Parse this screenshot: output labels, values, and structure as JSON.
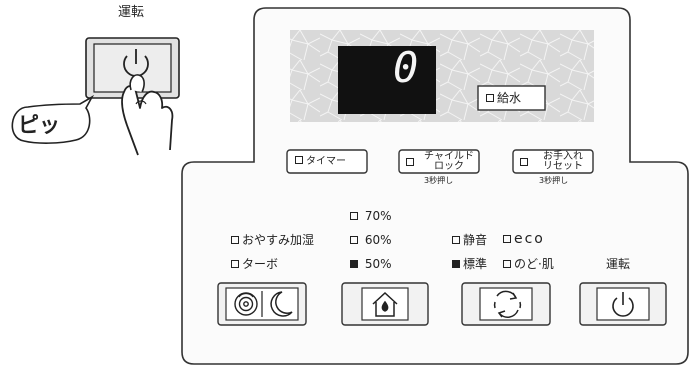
{
  "hint": {
    "title": "運転",
    "bubble": "ピッ"
  },
  "display": {
    "digit": "0"
  },
  "indicators": {
    "water": "給水"
  },
  "buttons": {
    "timer": "タイマー",
    "child_lock_1": "チャイルド",
    "child_lock_2": "ロック",
    "child_lock_sub": "3秒押し",
    "maint_1": "お手入れ",
    "maint_2": "リセット",
    "maint_sub": "3秒押し"
  },
  "modes": {
    "sleep": "おやすみ加湿",
    "turbo": "ターボ",
    "h70": "70%",
    "h60": "60%",
    "h50": "50%",
    "quiet": "静音",
    "eco": "eco",
    "standard": "標準",
    "throat_skin": "のど·肌",
    "power": "運転"
  },
  "state": {
    "h50_selected": true,
    "standard_selected": true
  }
}
